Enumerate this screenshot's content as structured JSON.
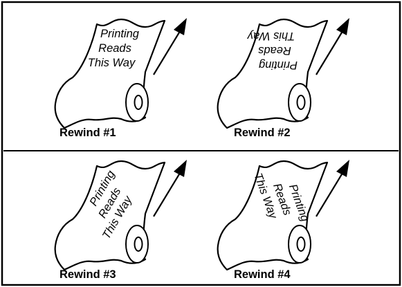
{
  "colors": {
    "line": "#000000",
    "background": "#ffffff"
  },
  "panels": [
    {
      "id": "rewind-1",
      "caption": "Rewind #1",
      "text": [
        "Printing",
        "Reads",
        "This Way"
      ]
    },
    {
      "id": "rewind-2",
      "caption": "Rewind #2",
      "text": [
        "Printing",
        "Reads",
        "This Way"
      ]
    },
    {
      "id": "rewind-3",
      "caption": "Rewind #3",
      "text": [
        "Printing",
        "Reads",
        "This Way"
      ]
    },
    {
      "id": "rewind-4",
      "caption": "Rewind #4",
      "text": [
        "Printing",
        "Reads",
        "This Way"
      ]
    }
  ]
}
